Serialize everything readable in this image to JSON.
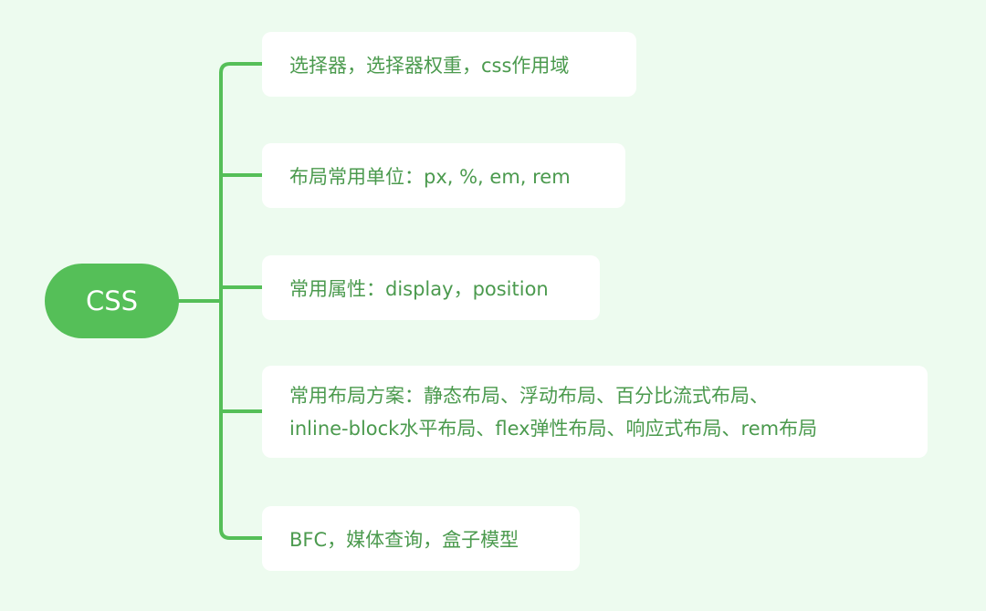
{
  "root": {
    "label": "CSS"
  },
  "nodes": [
    {
      "lines": [
        "选择器，选择器权重，css作用域"
      ]
    },
    {
      "lines": [
        "布局常用单位：px, %, em, rem"
      ]
    },
    {
      "lines": [
        "常用属性：display，position"
      ]
    },
    {
      "lines": [
        "常用布局方案：静态布局、浮动布局、百分比流式布局、",
        "inline-block水平布局、flex弹性布局、响应式布局、rem布局"
      ]
    },
    {
      "lines": [
        "BFC，媒体查询，盒子模型"
      ]
    }
  ],
  "colors": {
    "background": "#edfbef",
    "accent": "#55bf58",
    "node_text": "#4b9a4e",
    "node_background": "#ffffff"
  }
}
